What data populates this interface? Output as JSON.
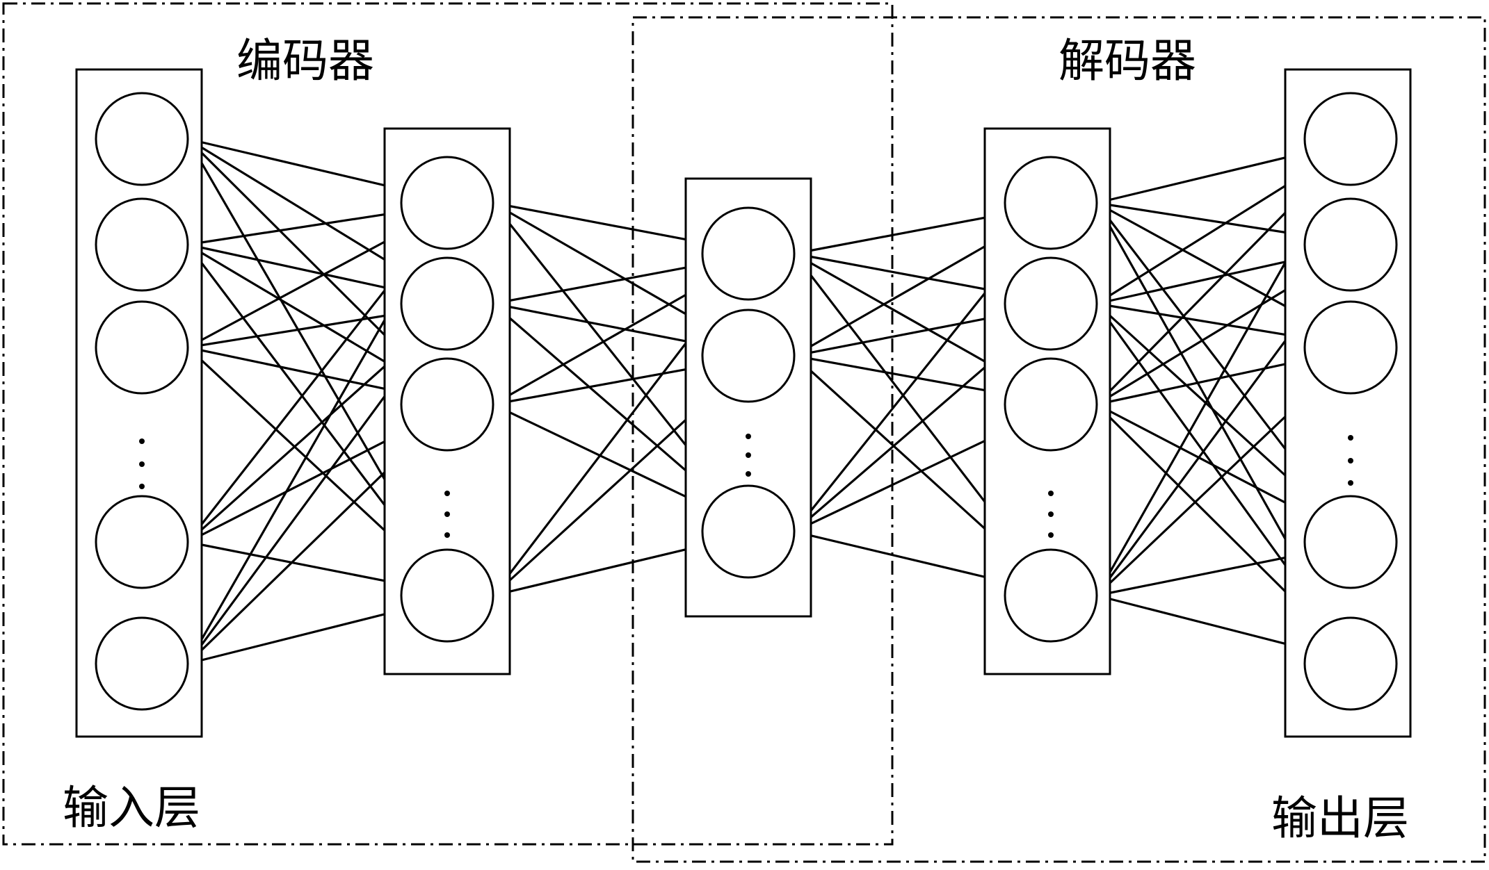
{
  "labels": {
    "encoder": "编码器",
    "decoder": "解码器",
    "input_layer": "输入层",
    "output_layer": "输出层"
  },
  "layers": [
    {
      "id": "input",
      "nodes_before_ellipsis": 3,
      "nodes_after_ellipsis": 2
    },
    {
      "id": "hidden-1",
      "nodes_before_ellipsis": 3,
      "nodes_after_ellipsis": 1
    },
    {
      "id": "bottleneck",
      "nodes_before_ellipsis": 2,
      "nodes_after_ellipsis": 1
    },
    {
      "id": "hidden-2",
      "nodes_before_ellipsis": 3,
      "nodes_after_ellipsis": 1
    },
    {
      "id": "output",
      "nodes_before_ellipsis": 3,
      "nodes_after_ellipsis": 2
    }
  ],
  "colors": {
    "stroke": "#000000",
    "background": "#ffffff"
  }
}
